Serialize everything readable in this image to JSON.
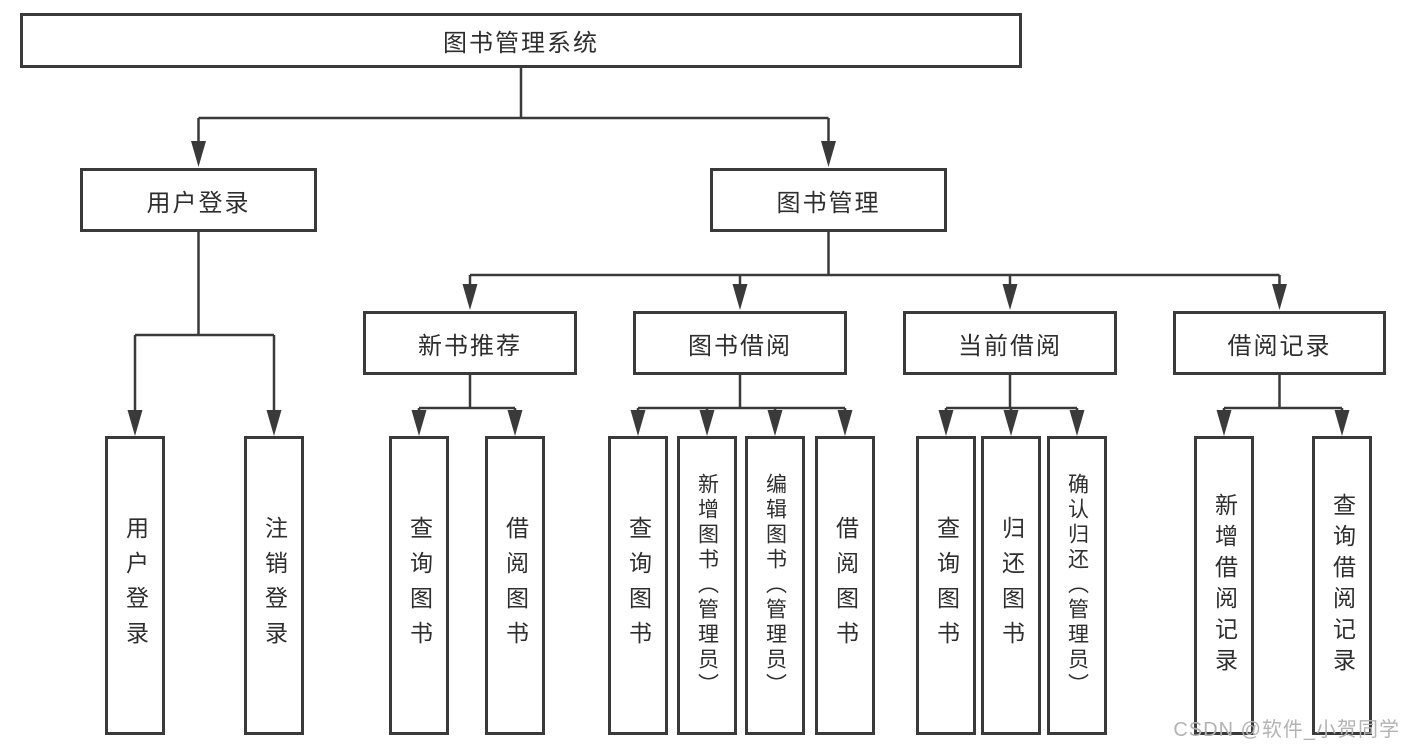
{
  "diagram": {
    "root": {
      "label": "图书管理系统"
    },
    "level2": {
      "user_login": {
        "label": "用户登录"
      },
      "book_mgmt": {
        "label": "图书管理"
      }
    },
    "level3": {
      "new_books": {
        "label": "新书推荐"
      },
      "book_borrow": {
        "label": "图书借阅"
      },
      "current_borrow": {
        "label": "当前借阅"
      },
      "borrow_records": {
        "label": "借阅记录"
      }
    },
    "leaves": {
      "user_login": [
        {
          "label": "用户登录"
        },
        {
          "label": "注销登录"
        }
      ],
      "new_books": [
        {
          "label": "查询图书"
        },
        {
          "label": "借阅图书"
        }
      ],
      "book_borrow": [
        {
          "label": "查询图书"
        },
        {
          "label": "新增图书（管理员）"
        },
        {
          "label": "编辑图书（管理员）"
        },
        {
          "label": "借阅图书"
        }
      ],
      "current_borrow": [
        {
          "label": "查询图书"
        },
        {
          "label": "归还图书"
        },
        {
          "label": "确认归还（管理员）"
        }
      ],
      "borrow_records": [
        {
          "label": "新增借阅记录"
        },
        {
          "label": "查询借阅记录"
        }
      ]
    },
    "watermark": "CSDN @软件_小贺同学",
    "colors": {
      "line": "#3a3a3a",
      "text": "#2e2e2e",
      "watermark": "#b3b3b3"
    }
  }
}
